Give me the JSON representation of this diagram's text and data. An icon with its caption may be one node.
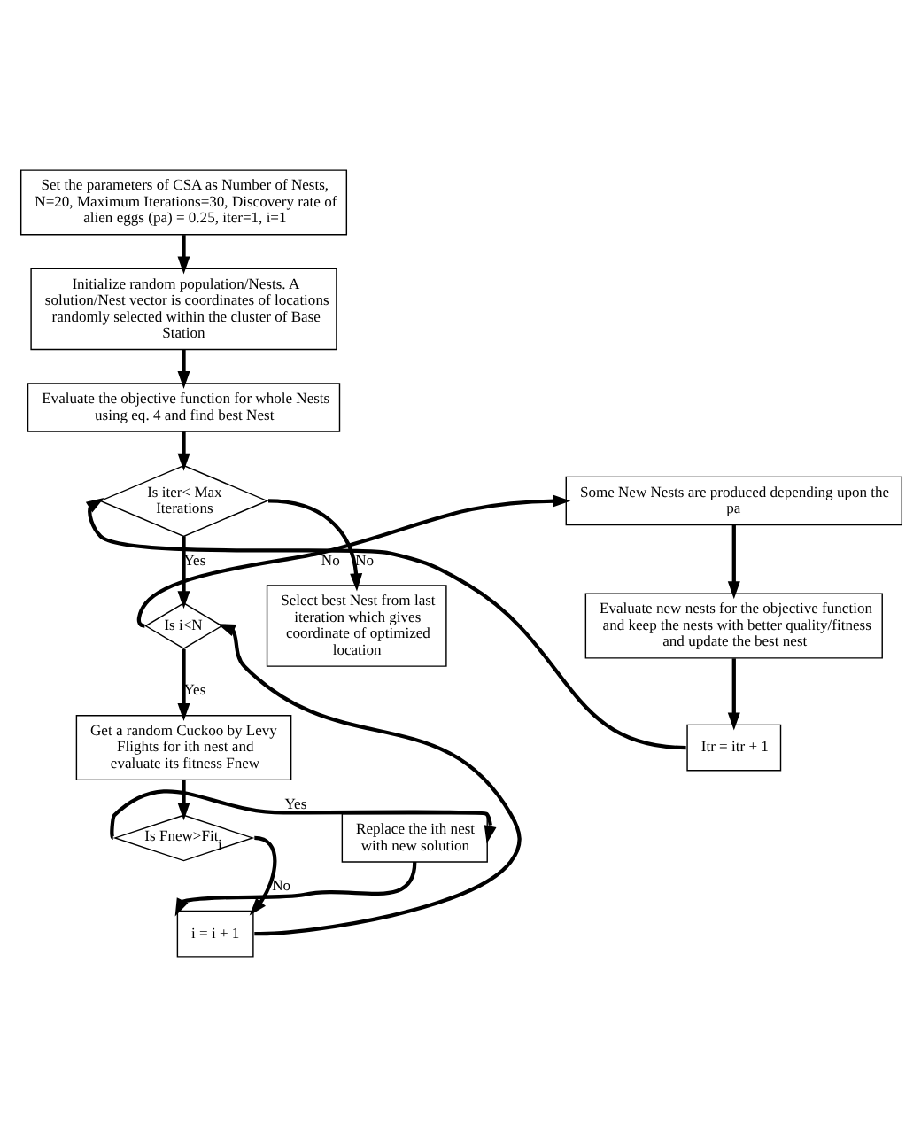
{
  "diagram": {
    "nodes": [
      {
        "text": [
          "Set the parameters of CSA as Number of Nests, N=20, Maximum Iterations=30, Discovery rate of alien eggs (pa) = 0.25, iter=1, i=1"
        ]
      },
      {
        "text": [
          "Initialize random population/Nests. A solution/Nest vector is coordinates of locations randomly selected within the cluster of Base Station"
        ]
      },
      {
        "text": [
          "Evaluate the objective function for whole Nests using eq. 4 and find best Nest"
        ]
      },
      {
        "text": [
          "Is iter< Max Iterations"
        ]
      },
      {
        "text": [
          "Is i<N"
        ]
      },
      {
        "text": [
          "Get a random Cuckoo by Levy Flights for ith nest and evaluate its fitness Fnew"
        ]
      },
      {
        "text": [
          "Is Fnew>Fit$_{i}$"
        ]
      },
      {
        "text": [
          "Replace the ith nest with new solution"
        ]
      },
      {
        "text": [
          "i = i + 1"
        ]
      },
      {
        "text": [
          "Some New Nests are produced depending upon the pa"
        ]
      },
      {
        "text": [
          "Evaluate new nests for the objective function and keep the nests with better quality/fitness and update the best nest"
        ]
      },
      {
        "text": [
          "Itr = itr + 1"
        ]
      },
      {
        "text": [
          "Select best Nest from last iteration which gives coordinate of optimized location"
        ]
      }
    ],
    "edges": [
      {
        "from": 0,
        "to": 1,
        "arrow": "to"
      },
      {
        "from": 1,
        "to": 2,
        "arrow": "to"
      },
      {
        "from": 2,
        "to": 3,
        "arrow": "to"
      },
      {
        "from": 3,
        "to": 4,
        "arrow": "to",
        "label": "Yes"
      },
      {
        "from": 4,
        "to": 5,
        "arrow": "to",
        "label": "Yes"
      },
      {
        "from": 5,
        "to": 6,
        "arrow": "to"
      },
      {
        "from": 6,
        "to": 7,
        "arrow": "to",
        "label": "Yes"
      },
      {
        "from": 6,
        "to": 8,
        "arrow": "to",
        "label": "No"
      },
      {
        "from": 7,
        "to": 8,
        "arrow": "to"
      },
      {
        "from": 8,
        "to": 4,
        "arrow": "to"
      },
      {
        "from": 4,
        "to": 9,
        "arrow": "to",
        "label": "No"
      },
      {
        "from": 9,
        "to": 10,
        "arrow": "to"
      },
      {
        "from": 10,
        "to": 11,
        "arrow": "to"
      },
      {
        "from": 11,
        "to": 3,
        "arrow": "to"
      },
      {
        "from": 3,
        "to": 12,
        "arrow": "to",
        "label": "No"
      }
    ]
  }
}
